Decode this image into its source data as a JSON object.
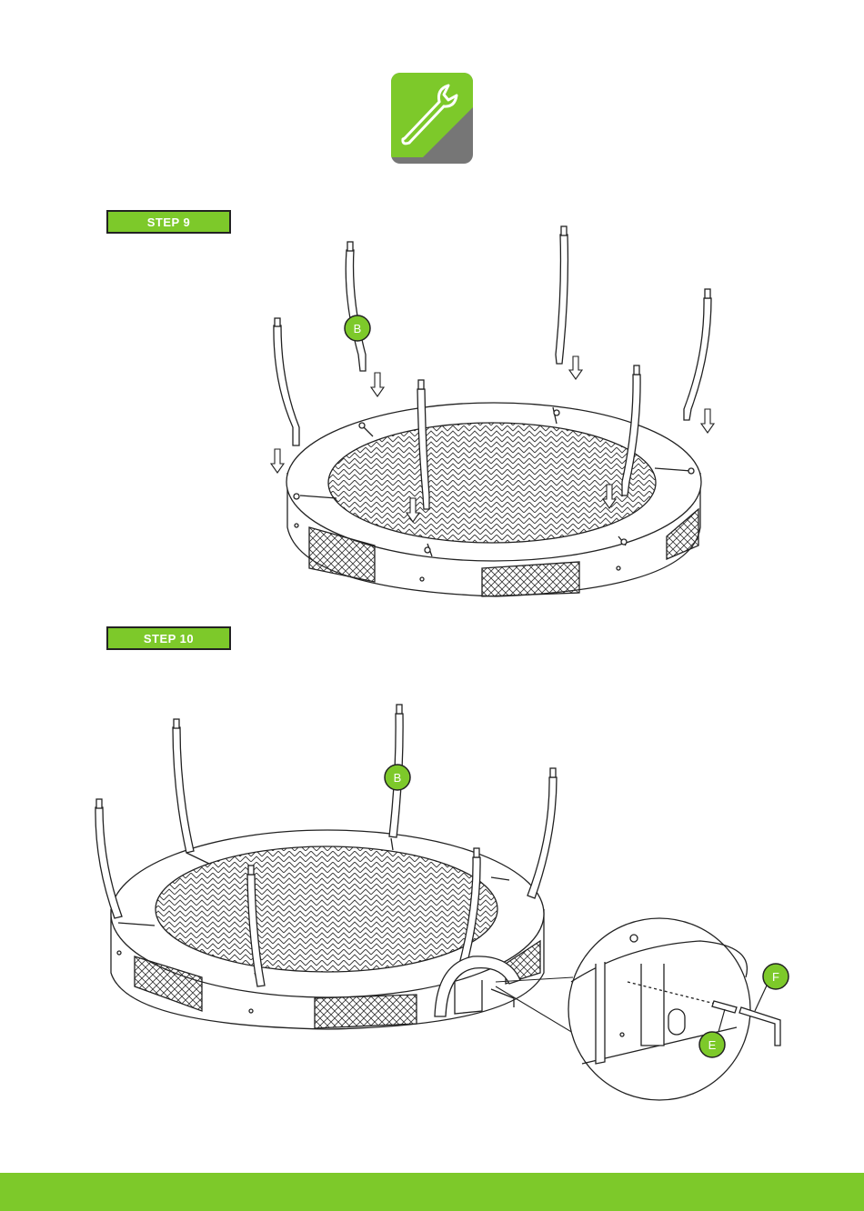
{
  "colors": {
    "brand_green": "#7dc92a",
    "icon_grey": "#767676",
    "line": "#222222"
  },
  "header": {
    "icon": "wrench-icon"
  },
  "steps": [
    {
      "label": "STEP 9",
      "callouts": [
        "B"
      ]
    },
    {
      "label": "STEP 10",
      "callouts": [
        "B",
        "F",
        "E"
      ]
    }
  ],
  "footer": {
    "text": ""
  }
}
